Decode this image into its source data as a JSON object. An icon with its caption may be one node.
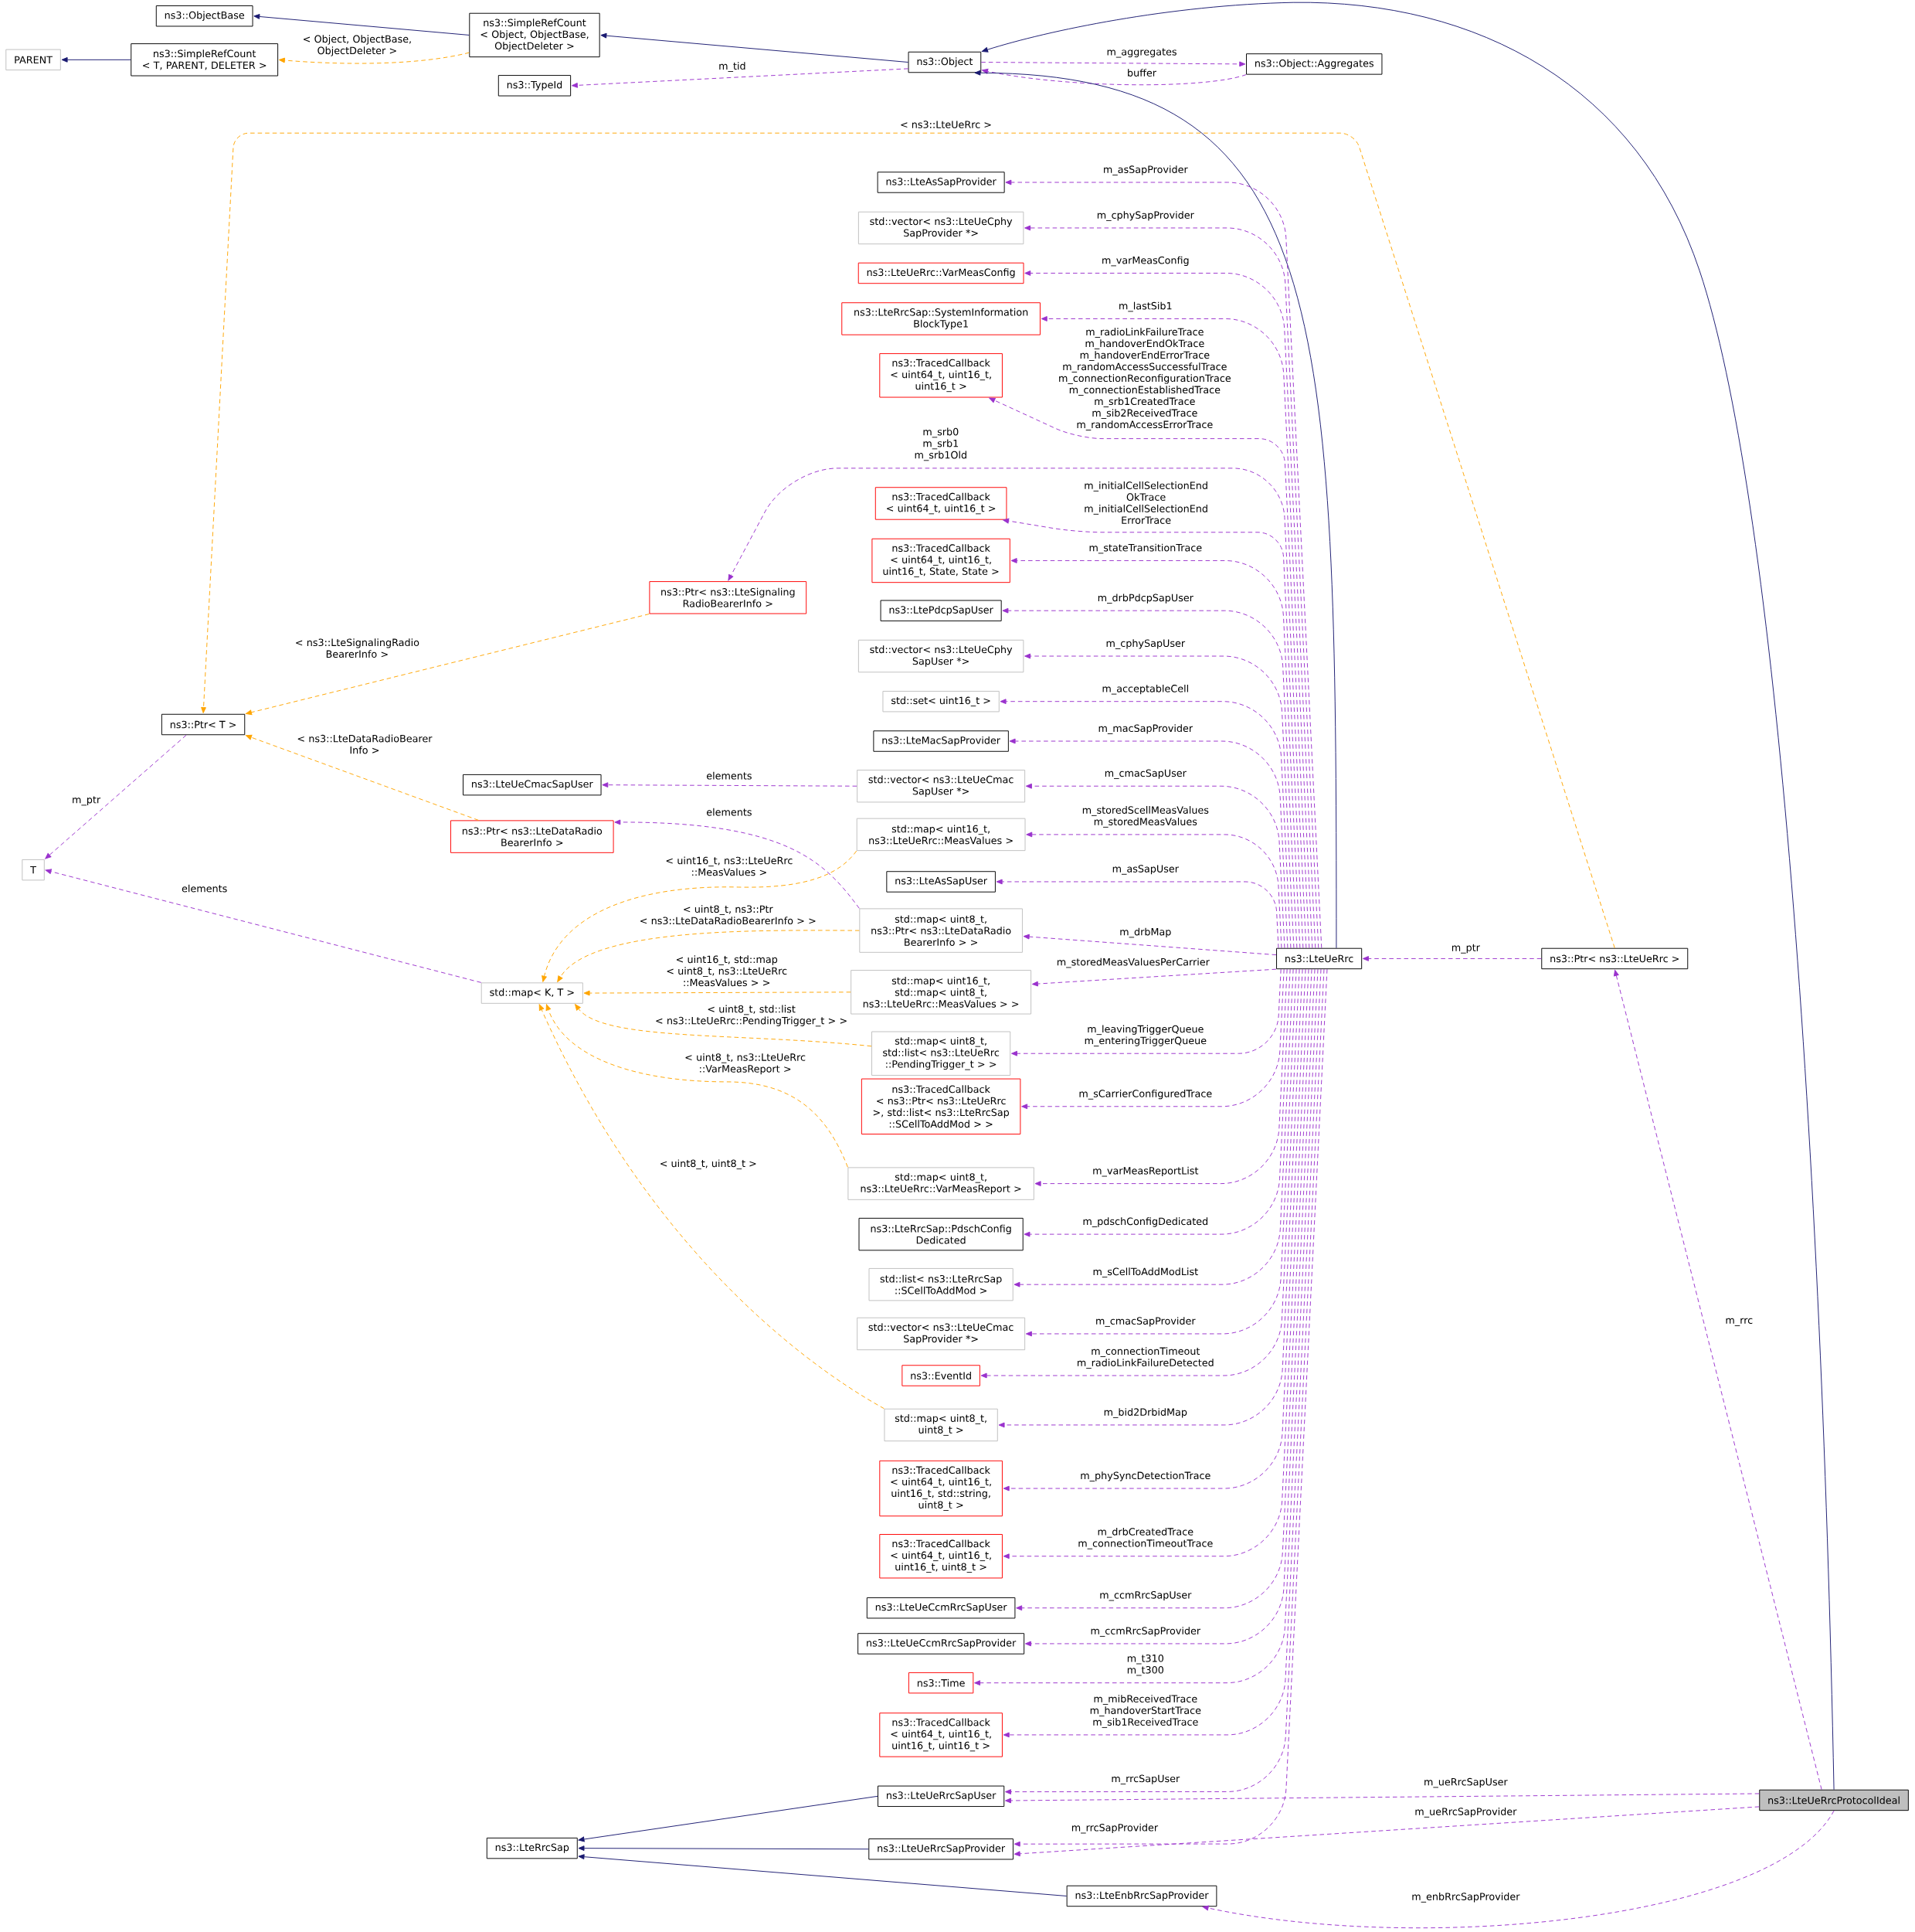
{
  "diagram": {
    "nodes": [
      {
        "text": [
          "ns3::ObjectBase"
        ]
      },
      {
        "text": [
          "ns3::SimpleRefCount < Object, ObjectBase, ObjectDeleter >"
        ]
      },
      {
        "text": [
          "PARENT"
        ]
      },
      {
        "text": [
          "ns3::SimpleRefCount < T, PARENT, DELETER >"
        ]
      },
      {
        "text": [
          "ns3::Object"
        ]
      },
      {
        "text": [
          "ns3::Object::Aggregates"
        ]
      },
      {
        "text": [
          "ns3::TypeId"
        ]
      },
      {
        "text": [
          "ns3::LteAsSapProvider"
        ]
      },
      {
        "text": [
          "std::vector< ns3::LteUeCphy SapProvider *>"
        ]
      },
      {
        "text": [
          "ns3::LteUeRrc::VarMeasConfig"
        ]
      },
      {
        "text": [
          "ns3::LteRrcSap::SystemInformation BlockType1"
        ]
      },
      {
        "text": [
          "ns3::TracedCallback < uint64_t, uint16_t, uint16_t >"
        ]
      },
      {
        "text": [
          "ns3::TracedCallback < uint64_t, uint16_t >"
        ]
      },
      {
        "text": [
          "ns3::TracedCallback < uint64_t, uint16_t, uint16_t, State, State >"
        ]
      },
      {
        "text": [
          "ns3::LtePdcpSapUser"
        ]
      },
      {
        "text": [
          "std::vector< ns3::LteUeCphy SapUser *>"
        ]
      },
      {
        "text": [
          "std::set< uint16_t >"
        ]
      },
      {
        "text": [
          "ns3::LteMacSapProvider"
        ]
      },
      {
        "text": [
          "std::vector< ns3::LteUeCmac SapUser *>"
        ]
      },
      {
        "text": [
          "ns3::LteUeCmacSapUser"
        ]
      },
      {
        "text": [
          "ns3::Ptr< ns3::LteSignaling RadioBearerInfo >"
        ]
      },
      {
        "text": [
          "ns3::Ptr< T >"
        ]
      },
      {
        "text": [
          "ns3::Ptr< ns3::LteDataRadio BearerInfo >"
        ]
      },
      {
        "text": [
          "T"
        ]
      },
      {
        "text": [
          "std::map< uint16_t, ns3::LteUeRrc::MeasValues >"
        ]
      },
      {
        "text": [
          "ns3::LteAsSapUser"
        ]
      },
      {
        "text": [
          "std::map< K, T >"
        ]
      },
      {
        "text": [
          "std::map< uint8_t, ns3::Ptr< ns3::LteDataRadio BearerInfo > >"
        ]
      },
      {
        "text": [
          "ns3::LteUeRrc"
        ]
      },
      {
        "text": [
          "ns3::Ptr< ns3::LteUeRrc >"
        ]
      },
      {
        "text": [
          "std::map< uint16_t, std::map< uint8_t, ns3::LteUeRrc::MeasValues > >"
        ]
      },
      {
        "text": [
          "std::map< uint8_t, std::list< ns3::LteUeRrc ::PendingTrigger_t > >"
        ]
      },
      {
        "text": [
          "ns3::TracedCallback < ns3::Ptr< ns3::LteUeRrc >, std::list< ns3::LteRrcSap ::SCellToAddMod > >"
        ]
      },
      {
        "text": [
          "std::map< uint8_t, ns3::LteUeRrc::VarMeasReport >"
        ]
      },
      {
        "text": [
          "ns3::LteRrcSap::PdschConfig Dedicated"
        ]
      },
      {
        "text": [
          "std::list< ns3::LteRrcSap ::SCellToAddMod >"
        ]
      },
      {
        "text": [
          "std::vector< ns3::LteUeCmac SapProvider *>"
        ]
      },
      {
        "text": [
          "ns3::EventId"
        ]
      },
      {
        "text": [
          "std::map< uint8_t, uint8_t >"
        ]
      },
      {
        "text": [
          "ns3::TracedCallback < uint64_t, uint16_t, uint16_t, std::string, uint8_t >"
        ]
      },
      {
        "text": [
          "ns3::TracedCallback < uint64_t, uint16_t, uint16_t, uint8_t >"
        ]
      },
      {
        "text": [
          "ns3::LteUeCcmRrcSapUser"
        ]
      },
      {
        "text": [
          "ns3::LteUeCcmRrcSapProvider"
        ]
      },
      {
        "text": [
          "ns3::Time"
        ]
      },
      {
        "text": [
          "ns3::TracedCallback < uint64_t, uint16_t, uint16_t, uint16_t >"
        ]
      },
      {
        "text": [
          "ns3::LteUeRrcSapUser"
        ]
      },
      {
        "text": [
          "ns3::LteRrcSap"
        ]
      },
      {
        "text": [
          "ns3::LteUeRrcSapProvider"
        ]
      },
      {
        "text": [
          "ns3::LteEnbRrcSapProvider"
        ]
      },
      {
        "text": [
          "ns3::LteUeRrcProtocolIdeal"
        ]
      }
    ],
    "edges": [
      {
        "from": 1,
        "to": 0,
        "arrow": "to",
        "color": "#191970"
      },
      {
        "from": 3,
        "to": 2,
        "arrow": "to",
        "color": "#191970"
      },
      {
        "from": 1,
        "to": 3,
        "arrow": "to",
        "label": "< Object, ObjectBase, ObjectDeleter >",
        "style": "dashed",
        "color": "#ffa500"
      },
      {
        "from": 4,
        "to": 1,
        "arrow": "to",
        "color": "#191970"
      },
      {
        "from": 4,
        "to": 5,
        "arrow": "to",
        "label": "m_aggregates",
        "style": "dashed"
      },
      {
        "from": 5,
        "to": 4,
        "arrow": "to",
        "label": "buffer",
        "style": "dashed"
      },
      {
        "from": 4,
        "to": 6,
        "arrow": "to",
        "label": "m_tid",
        "style": "dashed"
      },
      {
        "from": 49,
        "to": 4,
        "arrow": "to",
        "color": "#191970"
      },
      {
        "from": 28,
        "to": 4,
        "arrow": "to",
        "color": "#191970"
      },
      {
        "from": 29,
        "to": 21,
        "arrow": "to",
        "label": "< ns3::LteUeRrc >",
        "style": "dashed",
        "color": "#ffa500"
      },
      {
        "from": 28,
        "to": 7,
        "arrow": "to",
        "label": "m_asSapProvider",
        "style": "dashed"
      },
      {
        "from": 28,
        "to": 8,
        "arrow": "to",
        "label": "m_cphySapProvider",
        "style": "dashed"
      },
      {
        "from": 28,
        "to": 9,
        "arrow": "to",
        "label": "m_varMeasConfig",
        "style": "dashed"
      },
      {
        "from": 28,
        "to": 10,
        "arrow": "to",
        "label": "m_lastSib1",
        "style": "dashed"
      },
      {
        "from": 28,
        "to": 11,
        "arrow": "to",
        "label": "m_radioLinkFailureTrace m_handoverEndOkTrace m_handoverEndErrorTrace m_randomAccessSuccessfulTrace m_connectionReconfigurationTrace m_connectionEstablishedTrace m_srb1CreatedTrace m_sib2ReceivedTrace m_randomAccessErrorTrace",
        "style": "dashed"
      },
      {
        "from": 28,
        "to": 20,
        "arrow": "to",
        "label": "m_srb0 m_srb1 m_srb1Old",
        "style": "dashed"
      },
      {
        "from": 28,
        "to": 12,
        "arrow": "to",
        "label": "m_initialCellSelectionEnd OkTrace m_initialCellSelectionEnd ErrorTrace",
        "style": "dashed"
      },
      {
        "from": 28,
        "to": 13,
        "arrow": "to",
        "label": "m_stateTransitionTrace",
        "style": "dashed"
      },
      {
        "from": 28,
        "to": 14,
        "arrow": "to",
        "label": "m_drbPdcpSapUser",
        "style": "dashed"
      },
      {
        "from": 28,
        "to": 15,
        "arrow": "to",
        "label": "m_cphySapUser",
        "style": "dashed"
      },
      {
        "from": 28,
        "to": 16,
        "arrow": "to",
        "label": "m_acceptableCell",
        "style": "dashed"
      },
      {
        "from": 28,
        "to": 17,
        "arrow": "to",
        "label": "m_macSapProvider",
        "style": "dashed"
      },
      {
        "from": 28,
        "to": 18,
        "arrow": "to",
        "label": "m_cmacSapUser",
        "style": "dashed"
      },
      {
        "from": 18,
        "to": 19,
        "arrow": "to",
        "label": "elements",
        "style": "dashed"
      },
      {
        "from": 20,
        "to": 21,
        "arrow": "to",
        "label": "< ns3::LteSignalingRadio BearerInfo >",
        "style": "dashed",
        "color": "#ffa500"
      },
      {
        "from": 22,
        "to": 21,
        "arrow": "to",
        "label": "< ns3::LteDataRadioBearer Info >",
        "style": "dashed",
        "color": "#ffa500"
      },
      {
        "from": 21,
        "to": 23,
        "arrow": "to",
        "label": "m_ptr",
        "style": "dashed"
      },
      {
        "from": 28,
        "to": 24,
        "arrow": "to",
        "label": "m_storedScellMeasValues m_storedMeasValues",
        "style": "dashed"
      },
      {
        "from": 27,
        "to": 22,
        "arrow": "to",
        "label": "elements",
        "style": "dashed"
      },
      {
        "from": 24,
        "to": 26,
        "arrow": "to",
        "label": "< uint16_t, ns3::LteUeRrc ::MeasValues >",
        "style": "dashed",
        "color": "#ffa500"
      },
      {
        "from": 28,
        "to": 25,
        "arrow": "to",
        "label": "m_asSapUser",
        "style": "dashed"
      },
      {
        "from": 26,
        "to": 23,
        "arrow": "to",
        "label": "elements",
        "style": "dashed"
      },
      {
        "from": 28,
        "to": 27,
        "arrow": "to",
        "label": "m_drbMap",
        "style": "dashed"
      },
      {
        "from": 27,
        "to": 26,
        "arrow": "to",
        "label": "< uint8_t, ns3::Ptr < ns3::LteDataRadioBearerInfo > >",
        "style": "dashed",
        "color": "#ffa500"
      },
      {
        "from": 29,
        "to": 28,
        "arrow": "to",
        "label": "m_ptr",
        "style": "dashed"
      },
      {
        "from": 28,
        "to": 30,
        "arrow": "to",
        "label": "m_storedMeasValuesPerCarrier",
        "style": "dashed"
      },
      {
        "from": 30,
        "to": 26,
        "arrow": "to",
        "label": "< uint16_t, std::map < uint8_t, ns3::LteUeRrc ::MeasValues > >",
        "style": "dashed",
        "color": "#ffa500"
      },
      {
        "from": 28,
        "to": 31,
        "arrow": "to",
        "label": "m_leavingTriggerQueue m_enteringTriggerQueue",
        "style": "dashed"
      },
      {
        "from": 31,
        "to": 26,
        "arrow": "to",
        "label": "< uint8_t, std::list < ns3::LteUeRrc::PendingTrigger_t > >",
        "style": "dashed",
        "color": "#ffa500"
      },
      {
        "from": 28,
        "to": 32,
        "arrow": "to",
        "label": "m_sCarrierConfiguredTrace",
        "style": "dashed"
      },
      {
        "from": 28,
        "to": 33,
        "arrow": "to",
        "label": "m_varMeasReportList",
        "style": "dashed"
      },
      {
        "from": 33,
        "to": 26,
        "arrow": "to",
        "label": "< uint8_t, ns3::LteUeRrc ::VarMeasReport >",
        "style": "dashed",
        "color": "#ffa500"
      },
      {
        "from": 28,
        "to": 34,
        "arrow": "to",
        "label": "m_pdschConfigDedicated",
        "style": "dashed"
      },
      {
        "from": 28,
        "to": 35,
        "arrow": "to",
        "label": "m_sCellToAddModList",
        "style": "dashed"
      },
      {
        "from": 28,
        "to": 36,
        "arrow": "to",
        "label": "m_cmacSapProvider",
        "style": "dashed"
      },
      {
        "from": 28,
        "to": 37,
        "arrow": "to",
        "label": "m_connectionTimeout m_radioLinkFailureDetected",
        "style": "dashed"
      },
      {
        "from": 28,
        "to": 38,
        "arrow": "to",
        "label": "m_bid2DrbidMap",
        "style": "dashed"
      },
      {
        "from": 38,
        "to": 26,
        "arrow": "to",
        "label": "< uint8_t, uint8_t >",
        "style": "dashed",
        "color": "#ffa500"
      },
      {
        "from": 28,
        "to": 39,
        "arrow": "to",
        "label": "m_phySyncDetectionTrace",
        "style": "dashed"
      },
      {
        "from": 28,
        "to": 40,
        "arrow": "to",
        "label": "m_drbCreatedTrace m_connectionTimeoutTrace",
        "style": "dashed"
      },
      {
        "from": 28,
        "to": 41,
        "arrow": "to",
        "label": "m_ccmRrcSapUser",
        "style": "dashed"
      },
      {
        "from": 28,
        "to": 42,
        "arrow": "to",
        "label": "m_ccmRrcSapProvider",
        "style": "dashed"
      },
      {
        "from": 28,
        "to": 43,
        "arrow": "to",
        "label": "m_t310 m_t300",
        "style": "dashed"
      },
      {
        "from": 28,
        "to": 44,
        "arrow": "to",
        "label": "m_mibReceivedTrace m_handoverStartTrace m_sib1ReceivedTrace",
        "style": "dashed"
      },
      {
        "from": 28,
        "to": 45,
        "arrow": "to",
        "label": "m_rrcSapUser",
        "style": "dashed"
      },
      {
        "from": 28,
        "to": 47,
        "arrow": "to",
        "label": "m_rrcSapProvider",
        "style": "dashed"
      },
      {
        "from": 49,
        "to": 29,
        "arrow": "to",
        "label": "m_rrc",
        "style": "dashed"
      },
      {
        "from": 49,
        "to": 45,
        "arrow": "to",
        "label": "m_ueRrcSapUser",
        "style": "dashed"
      },
      {
        "from": 49,
        "to": 47,
        "arrow": "to",
        "label": "m_ueRrcSapProvider",
        "style": "dashed"
      },
      {
        "from": 49,
        "to": 48,
        "arrow": "to",
        "label": "m_enbRrcSapProvider",
        "style": "dashed"
      },
      {
        "from": 45,
        "to": 46,
        "arrow": "to",
        "color": "#191970"
      },
      {
        "from": 47,
        "to": 46,
        "arrow": "to",
        "color": "#191970"
      },
      {
        "from": 48,
        "to": 46,
        "arrow": "to",
        "color": "#191970"
      }
    ]
  }
}
